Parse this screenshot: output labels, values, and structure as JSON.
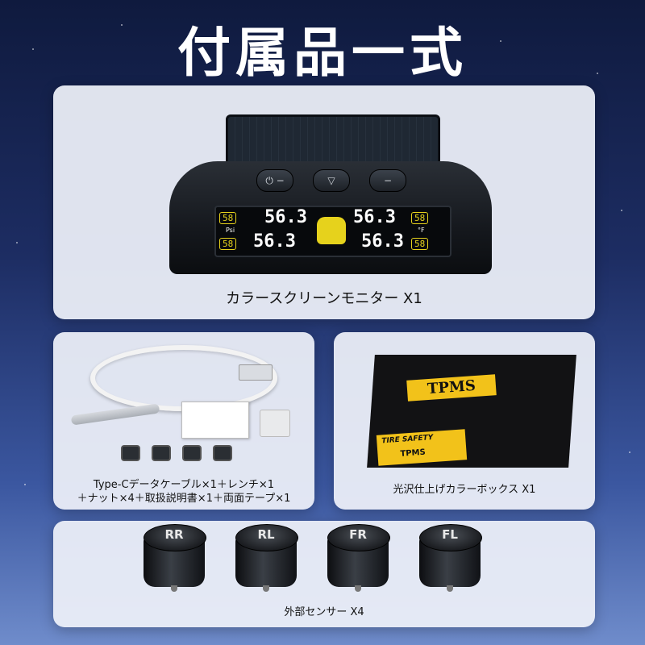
{
  "page": {
    "title": "付属品一式"
  },
  "monitor_panel": {
    "caption": "カラースクリーンモニター X1",
    "lcd": {
      "pressure_values": [
        "56.3",
        "56.3",
        "56.3",
        "56.3"
      ],
      "temperature_values": [
        "58",
        "58",
        "58",
        "58"
      ],
      "unit_pressure": "Psi",
      "unit_temp": "°F"
    }
  },
  "accessories_panel": {
    "caption_line1": "Type-Cデータケーブル×1＋レンチ×1",
    "caption_line2": "＋ナット×4＋取扱説明書×1＋両面テープ×1"
  },
  "box_panel": {
    "caption": "光沢仕上げカラーボックス X1",
    "box_logo": "TPMS",
    "box_strip_title": "TIRE SAFETY",
    "box_strip_sub": "TPMS"
  },
  "sensors_panel": {
    "caption": "外部センサー X4",
    "sensors": [
      "RR",
      "RL",
      "FR",
      "FL"
    ]
  },
  "colors": {
    "accent_yellow": "#f2c21a",
    "panel_bg": "#eceff8"
  }
}
